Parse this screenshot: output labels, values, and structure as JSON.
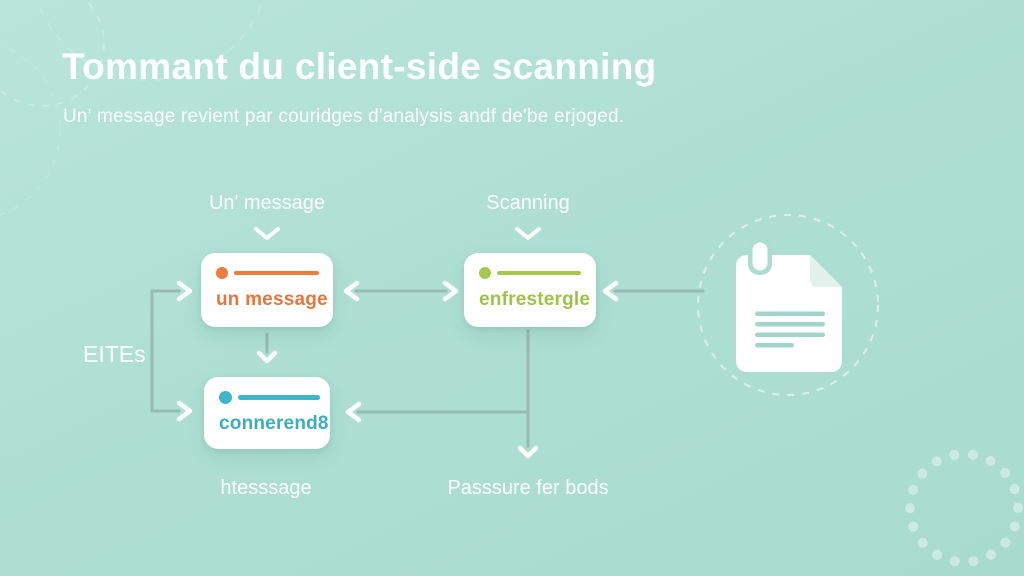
{
  "header": {
    "title": "Tommant du client-side scanning",
    "subtitle": "Un' message revient par couridges d'analysis andf de'be erjoged."
  },
  "diagram": {
    "left_label": "EITEs",
    "top_labels": [
      {
        "label": "Un' message"
      },
      {
        "label": "Scanning"
      }
    ],
    "nodes": [
      {
        "id": "un-message",
        "label": "un message",
        "accent": "#ec7d3c"
      },
      {
        "id": "enfrestergle",
        "label": "enfrestergle",
        "accent": "#a6c94d"
      },
      {
        "id": "connerend8",
        "label": "connerend8",
        "accent": "#3cb6c8"
      }
    ],
    "bottom_labels": [
      {
        "label": "htesssage"
      },
      {
        "label": "Passsure fer bods"
      }
    ],
    "icons": [
      "chevron-down-icon",
      "document-icon",
      "dashed-circle-decoration",
      "dot-ring-decoration",
      "left-bracket-arrows",
      "double-headed-arrow",
      "down-arrow",
      "elbow-left-down-arrow",
      "document-left-arrow"
    ]
  },
  "colors": {
    "background": "#aedcd0",
    "accent_orange": "#ec7d3c",
    "accent_green": "#a6c94d",
    "accent_blue": "#3cb6c8",
    "connector_line": "#97bab1",
    "text_white": "#ffffff"
  }
}
